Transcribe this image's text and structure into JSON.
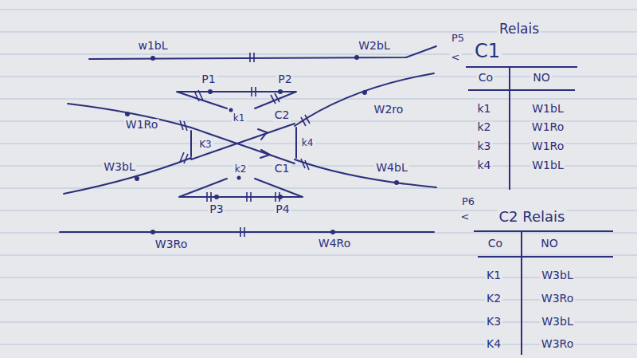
{
  "diagram": {
    "labels": [
      "w1bL",
      "W2bL",
      "P5",
      "<",
      "P1",
      "P2",
      "k1",
      "C2",
      "W1Ro",
      "W2ro",
      "K3",
      "k4",
      "C1",
      "W3bL",
      "W4bL",
      "k2",
      "P3",
      "P4",
      "P6",
      "<",
      "W3Ro",
      "W4Ro",
      "Relais",
      "C1",
      "Co",
      "NO",
      "k1",
      "W1bL",
      "k2",
      "W1Ro",
      "k3",
      "W1Ro",
      "k4",
      "W1bL",
      "C2 Relais",
      "Co",
      "NO",
      "K1",
      "W3bL",
      "K2",
      "W3Ro",
      "K3",
      "W3bL",
      "K4",
      "W3Ro"
    ]
  }
}
